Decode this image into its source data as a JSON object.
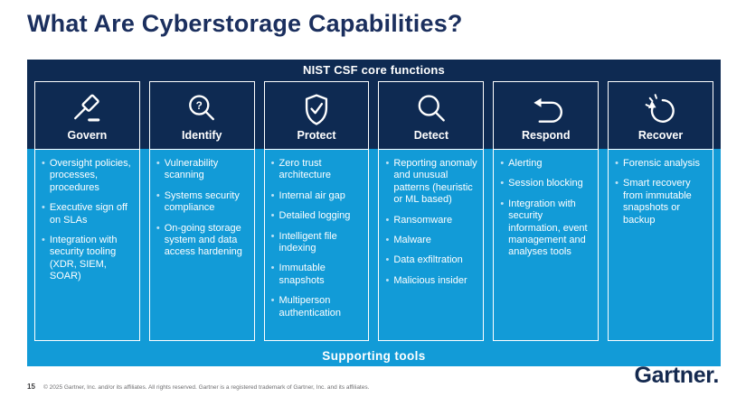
{
  "slide": {
    "title": "What Are Cyberstorage Capabilities?"
  },
  "diagram": {
    "top_band_label": "NIST CSF core functions",
    "bottom_band_label": "Supporting tools",
    "colors": {
      "navy": "#0e2a52",
      "light_blue": "#129bd7",
      "title_navy": "#1b2f5e",
      "text_white": "#ffffff"
    },
    "columns": [
      {
        "title": "Govern",
        "icon": "gavel-icon",
        "items": [
          "Oversight policies, processes, procedures",
          "Executive sign off on SLAs",
          "Integration with security tooling (XDR, SIEM, SOAR)"
        ]
      },
      {
        "title": "Identify",
        "icon": "magnifier-question-icon",
        "items": [
          "Vulnerability scanning",
          "Systems security compliance",
          "On-going storage system and data access hardening"
        ]
      },
      {
        "title": "Protect",
        "icon": "shield-check-icon",
        "items": [
          "Zero trust architecture",
          "Internal air gap",
          "Detailed logging",
          "Intelligent file indexing",
          "Immutable snapshots",
          "Multiperson authentication"
        ]
      },
      {
        "title": "Detect",
        "icon": "magnifier-icon",
        "items": [
          "Reporting anomaly and unusual patterns (heuristic or ML based)",
          "Ransomware",
          "Malware",
          "Data exfiltration",
          "Malicious insider"
        ]
      },
      {
        "title": "Respond",
        "icon": "undo-arrow-icon",
        "items": [
          "Alerting",
          "Session blocking",
          "Integration with security information, event management and analyses tools"
        ]
      },
      {
        "title": "Recover",
        "icon": "restart-arrow-icon",
        "items": [
          "Forensic analysis",
          "Smart recovery from immutable snapshots or backup"
        ]
      }
    ]
  },
  "footer": {
    "page_number": "15",
    "copyright": "© 2025 Gartner, Inc. and/or its affiliates. All rights reserved. Gartner is a registered trademark of Gartner, Inc. and its affiliates.",
    "logo": "Gartner."
  }
}
